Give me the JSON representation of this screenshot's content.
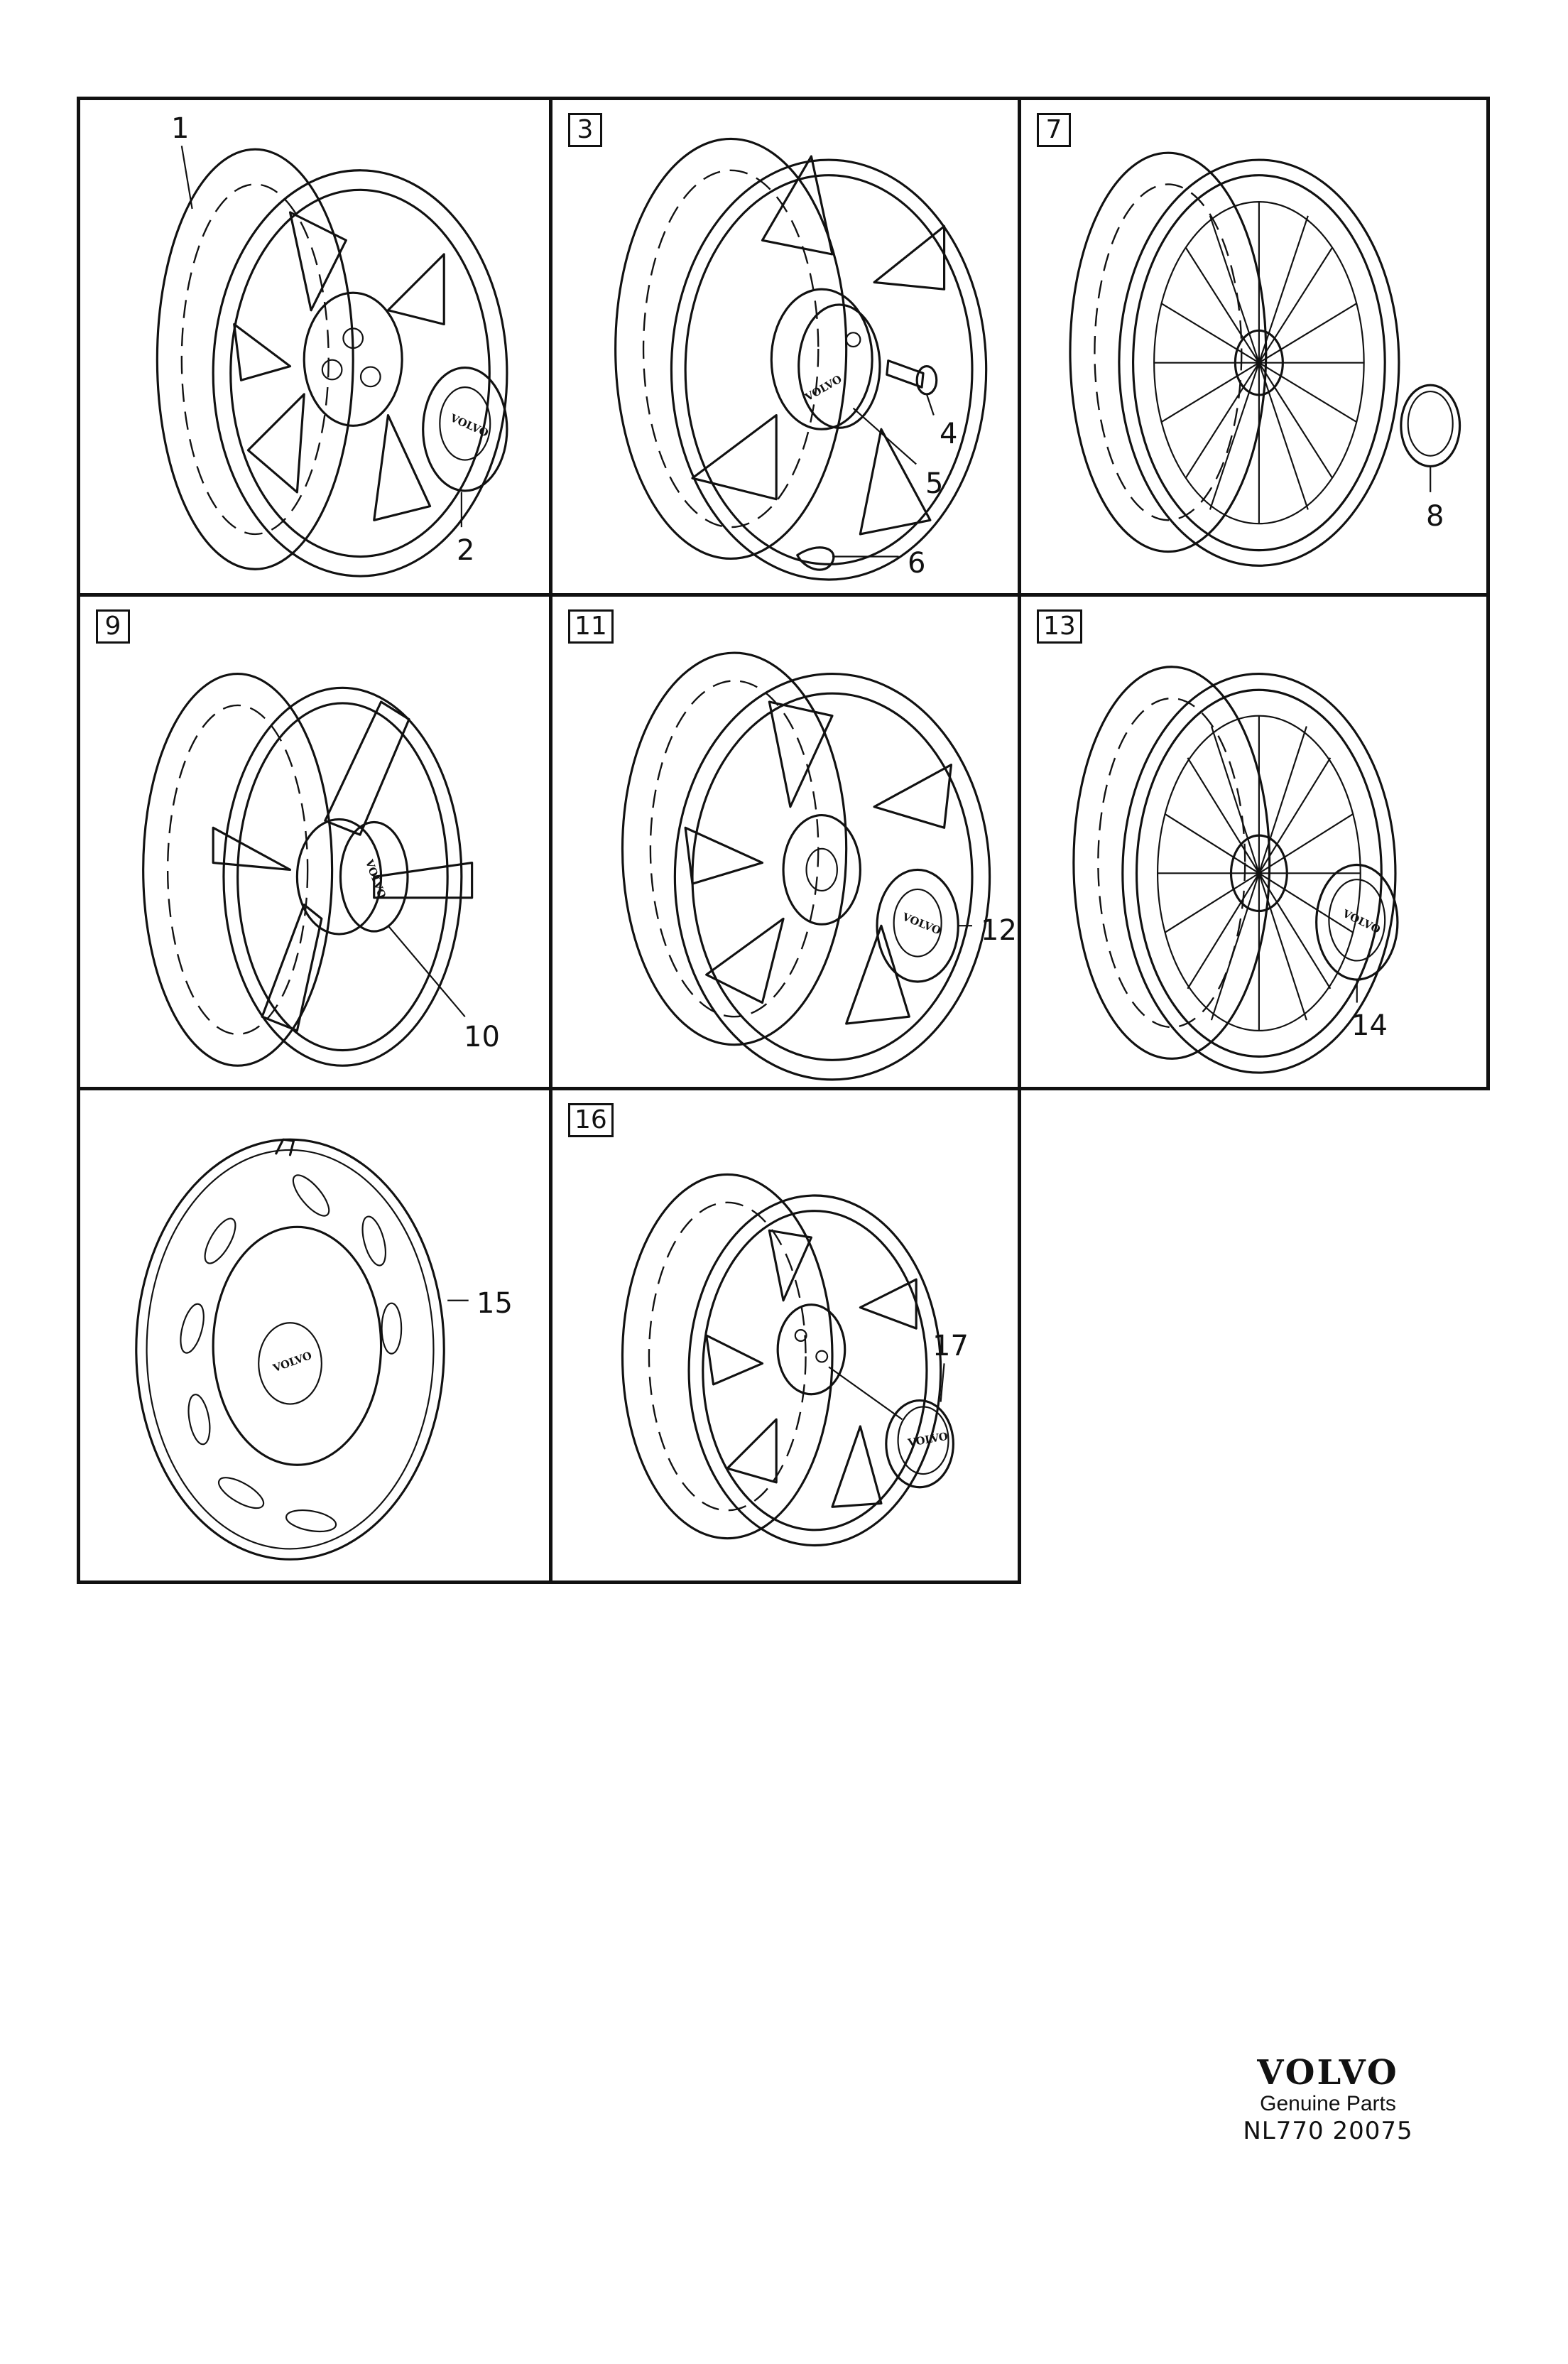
{
  "cells": [
    {
      "variant": "",
      "callouts": [
        "1",
        "2"
      ]
    },
    {
      "variant": "3",
      "callouts": [
        "4",
        "5",
        "6"
      ]
    },
    {
      "variant": "7",
      "callouts": [
        "8"
      ]
    },
    {
      "variant": "9",
      "callouts": [
        "10"
      ]
    },
    {
      "variant": "11",
      "callouts": [
        "12"
      ]
    },
    {
      "variant": "13",
      "callouts": [
        "14"
      ]
    },
    {
      "variant": "",
      "callouts": [
        "15"
      ]
    },
    {
      "variant": "16",
      "callouts": [
        "17"
      ]
    }
  ],
  "hub_logo": "VOLVO",
  "brand": {
    "logo": "VOLVO",
    "tagline": "Genuine Parts",
    "diagram_code": "NL770  20075"
  },
  "icons": {
    "wheel": "wheel-rim-illustration-icon",
    "hubcap": "center-cap-icon",
    "wheel-cover": "wheel-cover-icon"
  }
}
